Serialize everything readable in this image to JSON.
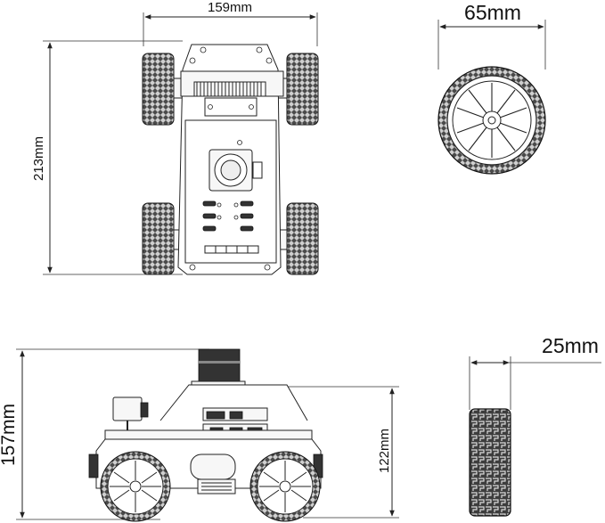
{
  "dimensions": {
    "top_width": "159mm",
    "top_length": "213mm",
    "wheel_diameter": "65mm",
    "wheel_width": "25mm",
    "total_height": "157mm",
    "body_height": "122mm"
  },
  "colors": {
    "line": "#222222",
    "tire": "#555555",
    "background": "#ffffff"
  }
}
